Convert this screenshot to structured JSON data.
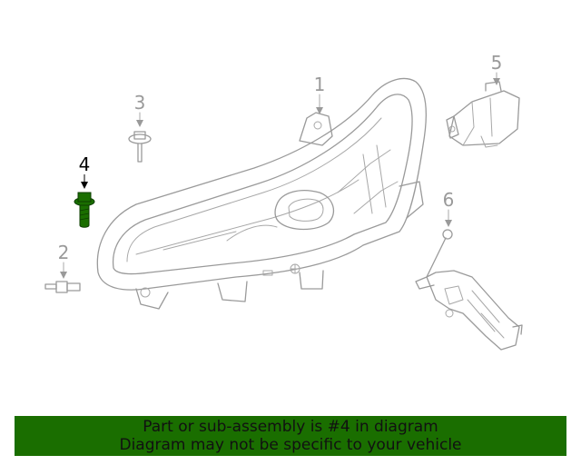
{
  "callouts": {
    "c1": "1",
    "c2": "2",
    "c3": "3",
    "c4": "4",
    "c5": "5",
    "c6": "6"
  },
  "highlight_color": "#1a6e00",
  "line_color": "#9a9a9a",
  "banner": {
    "line1": "Part or sub-assembly is #4 in diagram",
    "line2": "Diagram may not be specific to your vehicle"
  }
}
